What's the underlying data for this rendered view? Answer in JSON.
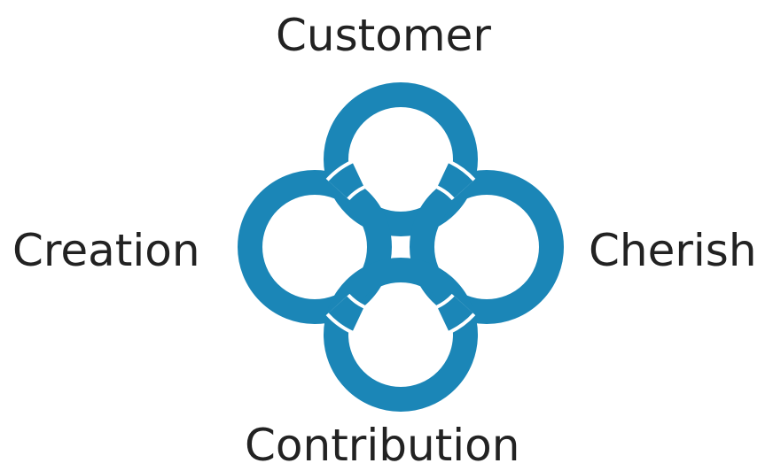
{
  "diagram": {
    "labels": {
      "top": "Customer",
      "left": "Creation",
      "right": "Cherish",
      "bottom": "Contribution"
    },
    "ring_color": "#1b86b7",
    "ring_gap_color": "#ffffff",
    "symbol": "four-interlocking-rings-icon"
  }
}
